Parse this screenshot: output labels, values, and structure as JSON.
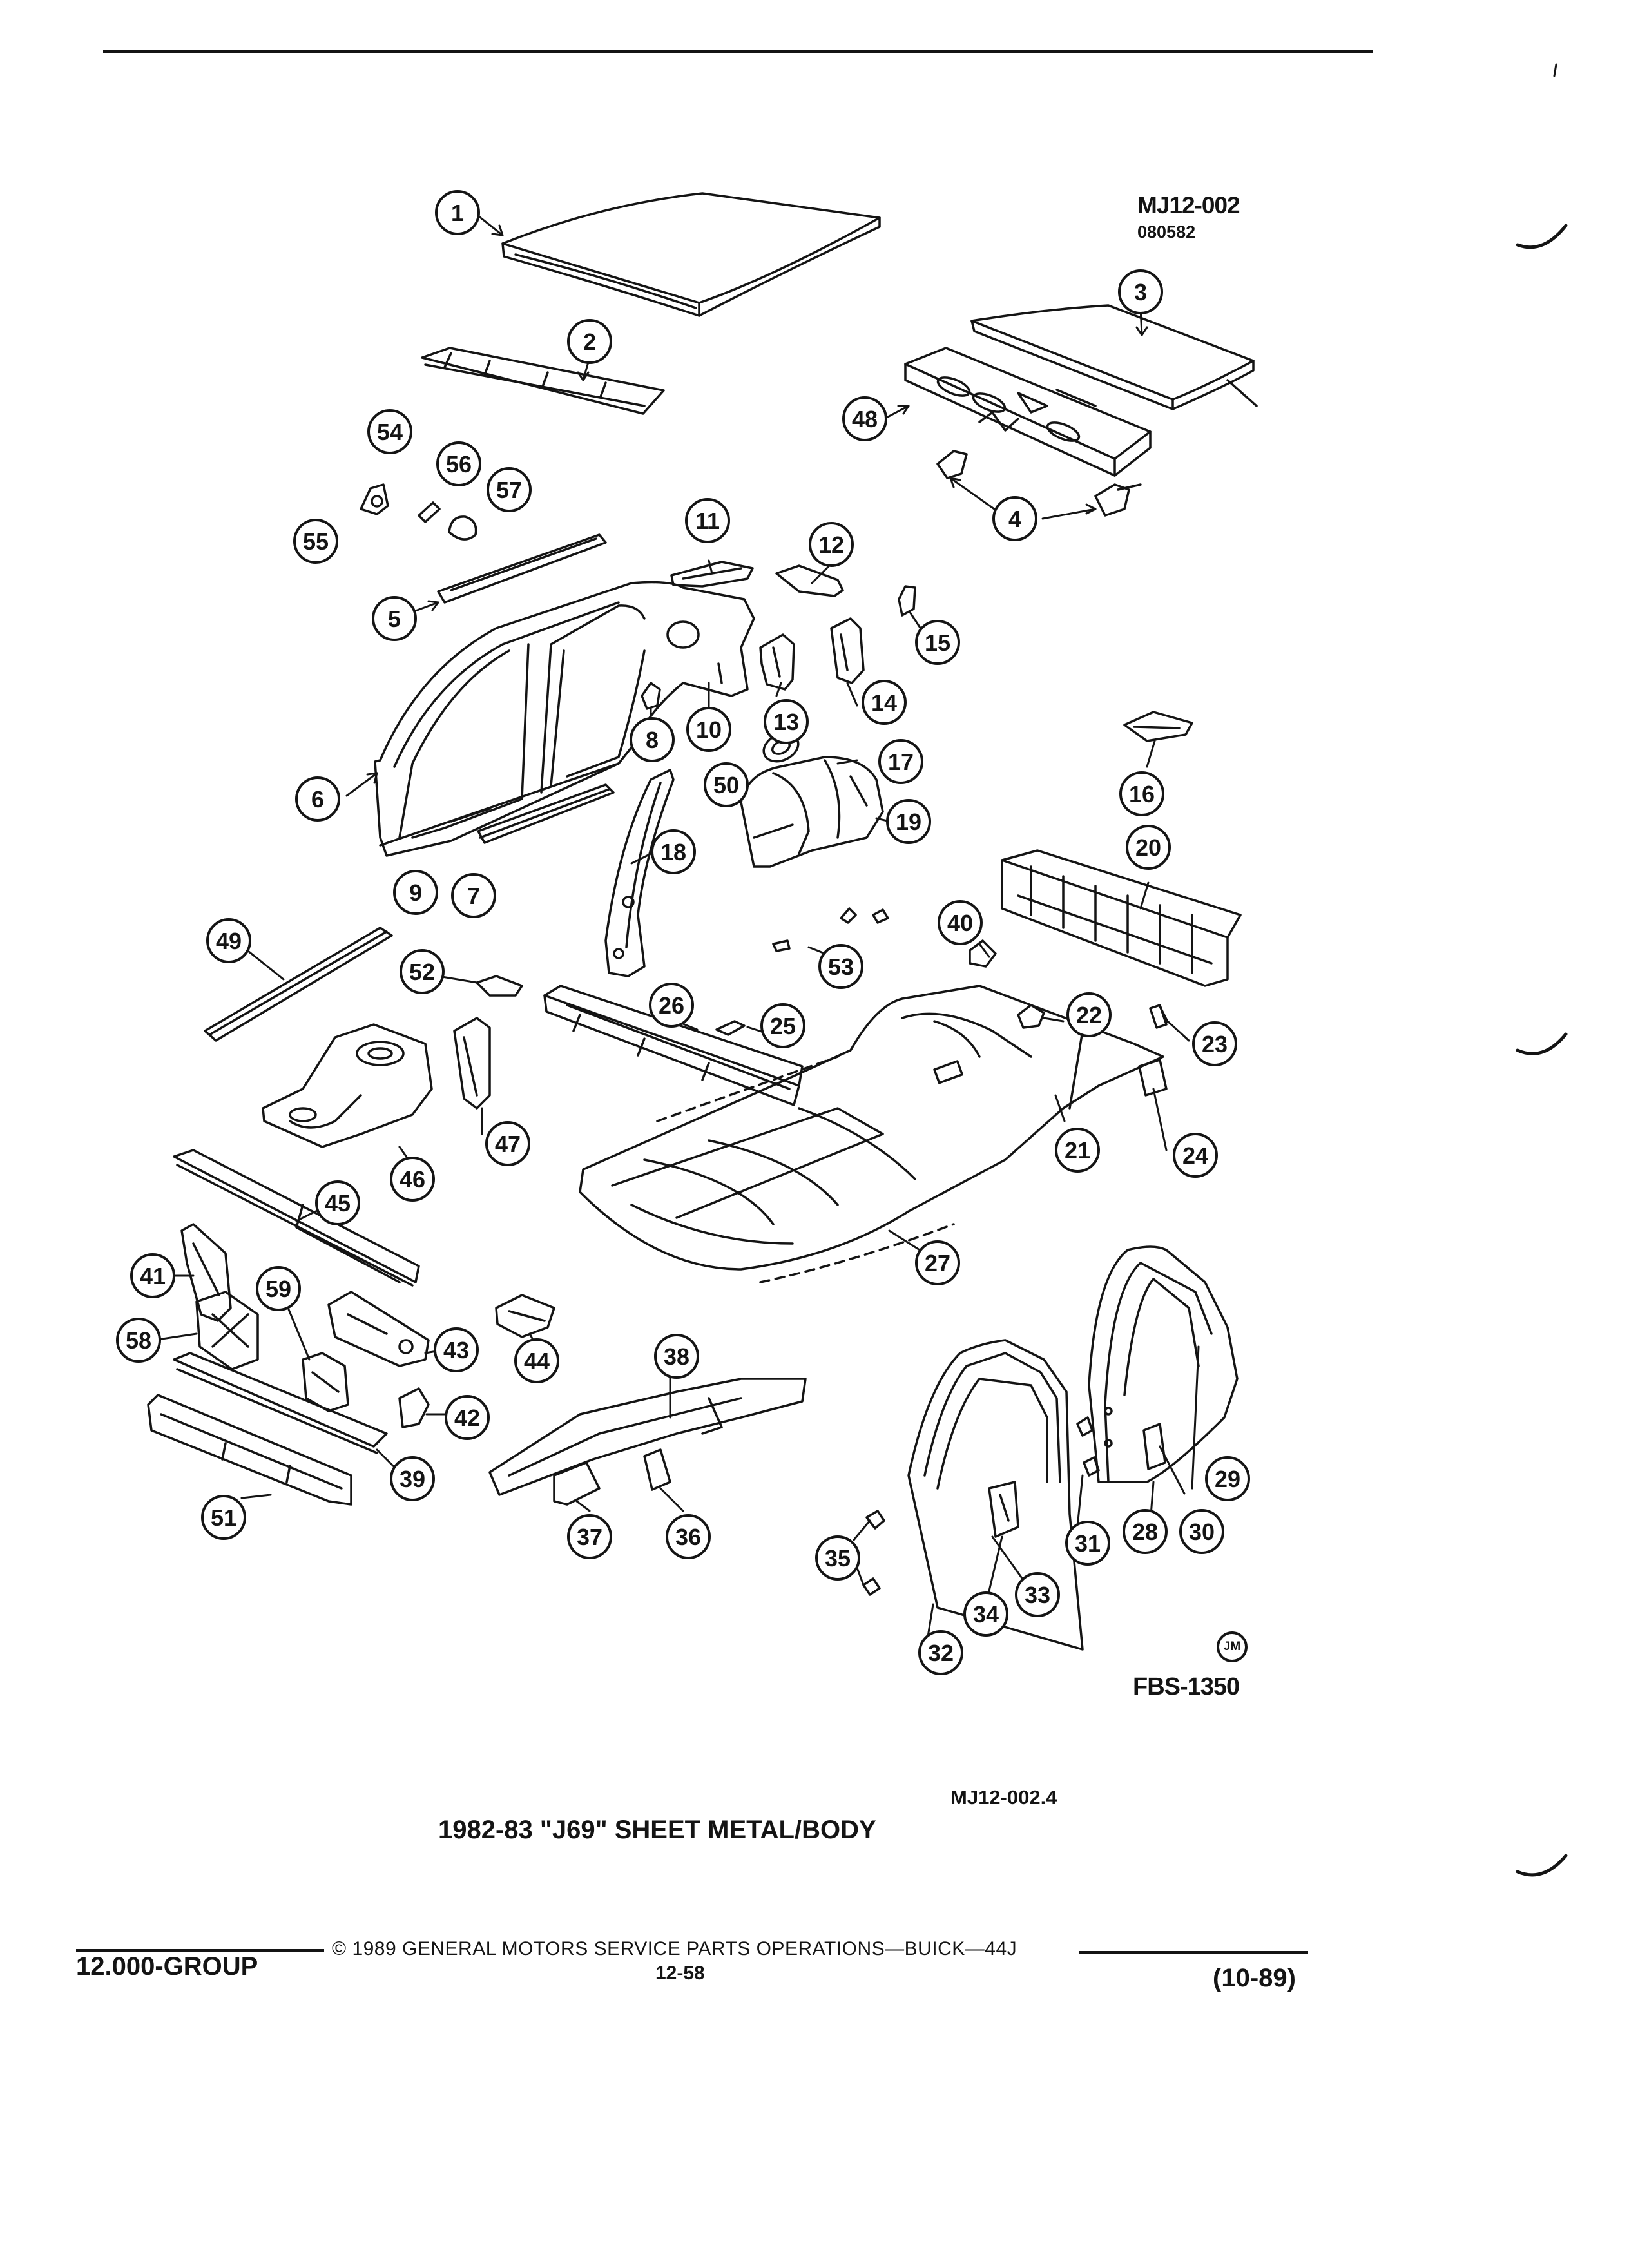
{
  "diagram": {
    "code": "MJ12-002",
    "code_sub": "080582",
    "fbs_code": "FBS-1350",
    "artist_mark": "JM",
    "figure_id": "MJ12-002.4",
    "title": "1982-83 \"J69\" SHEET METAL/BODY",
    "callouts": [
      "1",
      "2",
      "3",
      "4",
      "5",
      "6",
      "7",
      "8",
      "9",
      "10",
      "11",
      "12",
      "13",
      "14",
      "15",
      "16",
      "17",
      "18",
      "19",
      "20",
      "21",
      "22",
      "23",
      "24",
      "25",
      "26",
      "27",
      "28",
      "29",
      "30",
      "31",
      "32",
      "33",
      "34",
      "35",
      "36",
      "37",
      "38",
      "39",
      "40",
      "41",
      "42",
      "43",
      "44",
      "45",
      "46",
      "47",
      "48",
      "49",
      "50",
      "51",
      "52",
      "53",
      "54",
      "55",
      "56",
      "57",
      "58",
      "59"
    ]
  },
  "footer": {
    "group": "12.000-GROUP",
    "copyright": "© 1989  GENERAL MOTORS SERVICE PARTS OPERATIONS—BUICK—44J",
    "page": "12-58",
    "revision": "(10-89)"
  },
  "colors": {
    "ink": "#141414",
    "paper": "#ffffff"
  }
}
